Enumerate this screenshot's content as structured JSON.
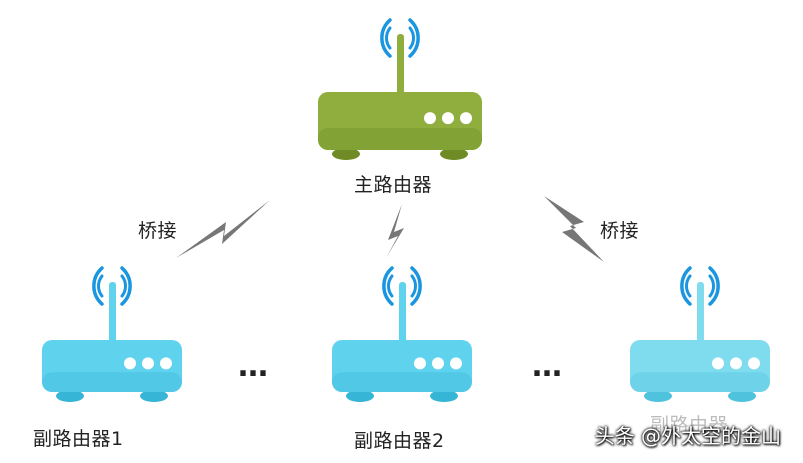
{
  "main_router": {
    "label": "主路由器",
    "color": "#8fae3e",
    "color_dark": "#6e8b25"
  },
  "sub_routers": [
    {
      "label": "副路由器1",
      "color": "#5fd3ee",
      "color_dark": "#37b5d6"
    },
    {
      "label": "副路由器2",
      "color": "#5fd3ee",
      "color_dark": "#37b5d6"
    },
    {
      "label": "副路由器",
      "color": "#7fdcef",
      "color_dark": "#4fc3de"
    }
  ],
  "links": [
    {
      "label": "桥接"
    },
    {
      "label": ""
    },
    {
      "label": "桥接"
    }
  ],
  "ellipses": [
    "…",
    "…"
  ],
  "wave_color": "#1a96e0",
  "lightning_color": "#777777",
  "watermark": "头条 @外太空的金山"
}
